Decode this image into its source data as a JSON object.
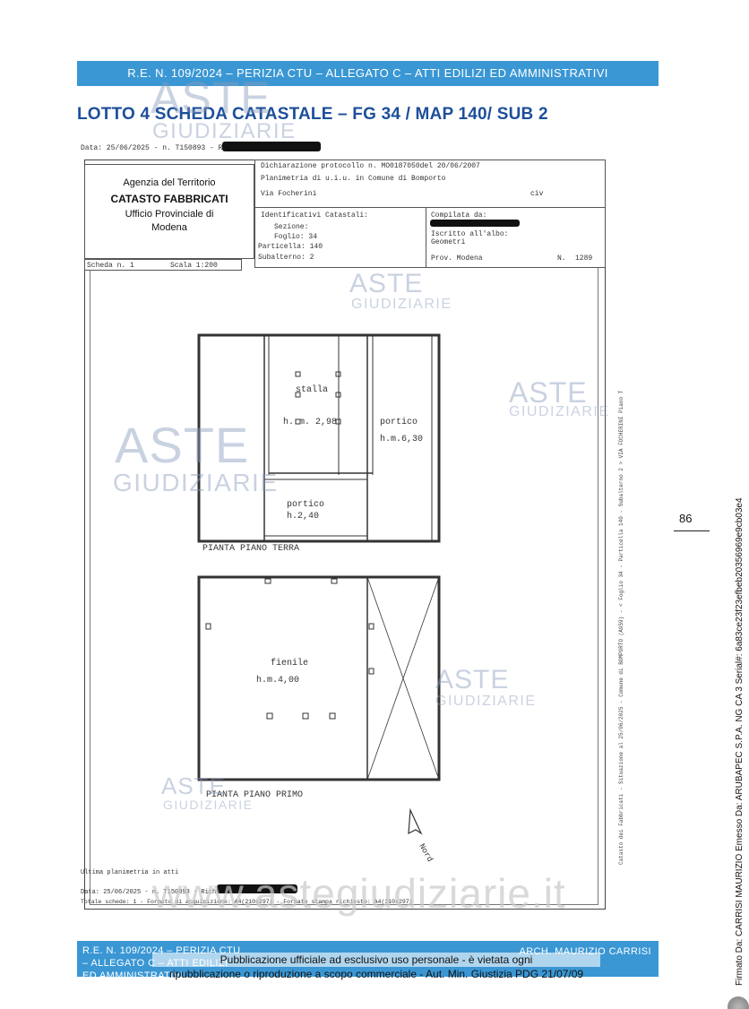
{
  "header": {
    "banner": "R.E. N. 109/2024 – PERIZIA CTU – ALLEGATO C – ATTI EDILIZI ED AMMINISTRATIVI",
    "title": "LOTTO 4 SCHEDA CATASTALE – FG 34 / MAP 140/ SUB 2"
  },
  "document": {
    "date_line": "Data: 25/06/2025 - n. T150893 - Richiedente:",
    "agency": {
      "line1": "Agenzia del Territorio",
      "line2": "CATASTO FABBRICATI",
      "line3": "Ufficio Provinciale di",
      "line4": "Modena"
    },
    "protocol": "Dichiarazione protocollo n. MO0187050del 20/06/2007",
    "planimetria": "Planimetria di u.i.u. in Comune di Bomporto",
    "address": "Via Focherini",
    "civic": "civ",
    "ident_label": "Identificativi Catastali:",
    "sezione": "Sezione:",
    "foglio": "Foglio: 34",
    "particella": "Particella: 140",
    "subalterno": "Subalterno: 2",
    "compilata": "Compilata da:",
    "iscritto": "Iscritto all'albo:",
    "geometri": "Geometri",
    "prov": "Prov. Modena",
    "n_label": "N.",
    "n_value": "1289",
    "scheda": "Scheda n. 1",
    "scala": "Scala 1:200",
    "ultima": "Ultima planimetria in atti",
    "footer_date": "Data: 25/06/2025 - n. T150893 - Richiedente:",
    "footer_totale": "Totale schede: 1 - Formato di acquisizione: A4(210x297) - Formato stampa richiesto: A4(210x297)"
  },
  "plan": {
    "stalla": "stalla",
    "stalla_h": "h. m. 2,98",
    "portico_right": "portico",
    "portico_right_h": "h.m.6,30",
    "portico_bottom": "portico",
    "portico_bottom_h": "h.2,40",
    "ground_floor": "PIANTA PIANO TERRA",
    "fienile": "fienile",
    "fienile_h": "h.m.4,00",
    "first_floor": "PIANTA PIANO PRIMO",
    "north": "Nord"
  },
  "side_annotation": "Catasto dei Fabbricati - Situazione al 25/06/2025 - Comune di BOMPORTO (A959) - < Foglio 34 - Particella 140 - Subalterno 2 > VIA FOCHERINI Piano T",
  "watermarks": {
    "aste": "ASTE",
    "giudiziarie": "GIUDIZIARIE",
    "site": "www.astegiudiziarie.it"
  },
  "footer": {
    "banner_left": "R.E. N. 109/2024 – PERIZIA CTU – ALLEGATO C – ATTI EDILIZI ED AMMINISTRATIVI",
    "banner_right": "ARCH. MAURIZIO CARRISI",
    "notice1": "Pubblicazione ufficiale ad esclusivo uso personale - è vietata ogni",
    "notice2": "ripubblicazione o riproduzione a scopo commerciale - Aut. Min. Giustizia PDG 21/07/09"
  },
  "page_number": "86",
  "signature": "Firmato Da: CARRISI MAURIZIO Emesso Da: ARUBAPEC S.P.A. NG CA 3 Serial#: 6a83ce23f23efbeb20356969e9cb03e4",
  "colors": {
    "banner": "#3a97d4",
    "title": "#1d4f9a"
  }
}
